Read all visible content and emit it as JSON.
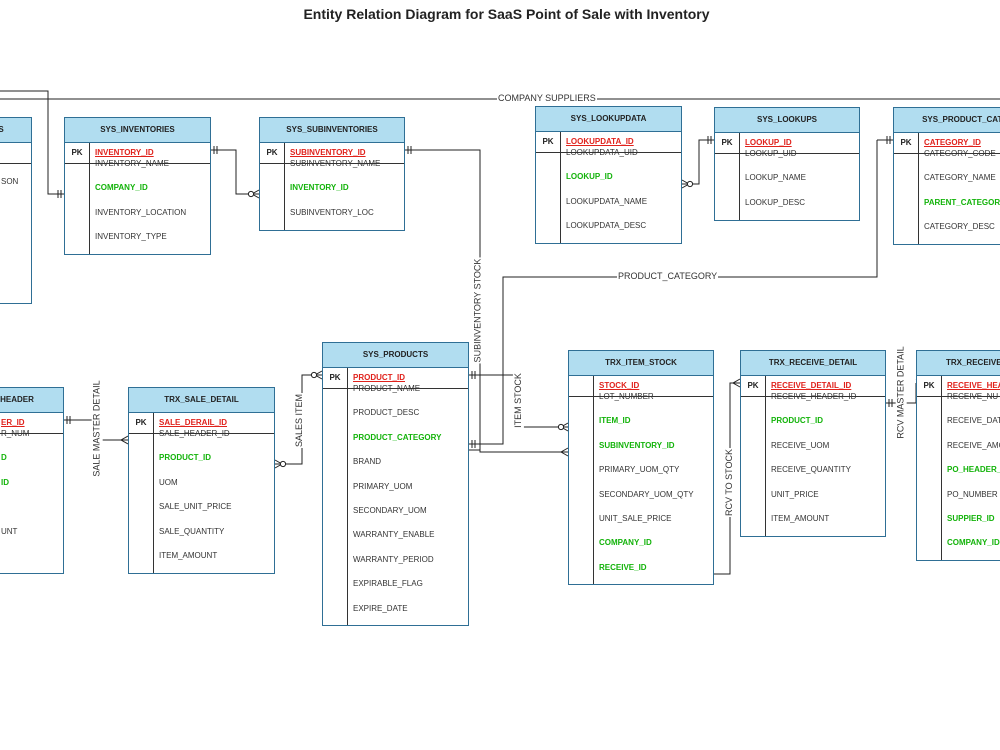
{
  "title": "Entity Relation Diagram for SaaS Point of Sale with Inventory",
  "tables": [
    {
      "id": "left-partial-table",
      "name": "S",
      "pk_label": "",
      "pk": "",
      "fields": [
        {
          "text": "SON",
          "fk": false
        }
      ]
    },
    {
      "id": "sys-inventories",
      "name": "SYS_INVENTORIES",
      "pk_label": "PK",
      "pk": "INVENTORY_ID",
      "fields": [
        {
          "text": "INVENTORY_NAME",
          "fk": false
        },
        {
          "text": "COMPANY_ID",
          "fk": true
        },
        {
          "text": "INVENTORY_LOCATION",
          "fk": false
        },
        {
          "text": "INVENTORY_TYPE",
          "fk": false
        }
      ]
    },
    {
      "id": "sys-subinventories",
      "name": "SYS_SUBINVENTORIES",
      "pk_label": "PK",
      "pk": "SUBINVENTORY_ID",
      "fields": [
        {
          "text": "SUBINVENTORY_NAME",
          "fk": false
        },
        {
          "text": "INVENTORY_ID",
          "fk": true
        },
        {
          "text": "SUBINVENTORY_LOC",
          "fk": false
        }
      ]
    },
    {
      "id": "sys-lookupdata",
      "name": "SYS_LOOKUPDATA",
      "pk_label": "PK",
      "pk": "LOOKUPDATA_ID",
      "fields": [
        {
          "text": "LOOKUPDATA_UID",
          "fk": false
        },
        {
          "text": "LOOKUP_ID",
          "fk": true
        },
        {
          "text": "LOOKUPDATA_NAME",
          "fk": false
        },
        {
          "text": "LOOKUPDATA_DESC",
          "fk": false
        }
      ]
    },
    {
      "id": "sys-lookups",
      "name": "SYS_LOOKUPS",
      "pk_label": "PK",
      "pk": "LOOKUP_ID",
      "fields": [
        {
          "text": "LOOKUP_UID",
          "fk": false
        },
        {
          "text": "LOOKUP_NAME",
          "fk": false
        },
        {
          "text": "LOOKUP_DESC",
          "fk": false
        }
      ]
    },
    {
      "id": "sys-product-category",
      "name": "SYS_PRODUCT_CATEG",
      "pk_label": "PK",
      "pk": "CATEGORY_ID",
      "fields": [
        {
          "text": "CATEGORY_CODE",
          "fk": false
        },
        {
          "text": "CATEGORY_NAME",
          "fk": false
        },
        {
          "text": "PARENT_CATEGOR",
          "fk": true
        },
        {
          "text": "CATEGORY_DESC",
          "fk": false
        }
      ]
    },
    {
      "id": "trx-sale-header",
      "name": "HEADER",
      "pk_label": "",
      "pk": "ER_ID",
      "fields": [
        {
          "text": "R_NUM",
          "fk": false
        },
        {
          "text": "D",
          "fk": true
        },
        {
          "text": "ID",
          "fk": true
        },
        {
          "text": "",
          "fk": false
        },
        {
          "text": "UNT",
          "fk": false
        }
      ]
    },
    {
      "id": "trx-sale-detail",
      "name": "TRX_SALE_DETAIL",
      "pk_label": "PK",
      "pk": "SALE_DERAIL_ID",
      "fields": [
        {
          "text": "SALE_HEADER_ID",
          "fk": false
        },
        {
          "text": "PRODUCT_ID",
          "fk": true
        },
        {
          "text": "UOM",
          "fk": false
        },
        {
          "text": "SALE_UNIT_PRICE",
          "fk": false
        },
        {
          "text": "SALE_QUANTITY",
          "fk": false
        },
        {
          "text": "ITEM_AMOUNT",
          "fk": false
        }
      ]
    },
    {
      "id": "sys-products",
      "name": "SYS_PRODUCTS",
      "pk_label": "PK",
      "pk": "PRODUCT_ID",
      "fields": [
        {
          "text": "PRODUCT_NAME",
          "fk": false
        },
        {
          "text": "PRODUCT_DESC",
          "fk": false
        },
        {
          "text": "PRODUCT_CATEGORY",
          "fk": true
        },
        {
          "text": "BRAND",
          "fk": false
        },
        {
          "text": "PRIMARY_UOM",
          "fk": false
        },
        {
          "text": "SECONDARY_UOM",
          "fk": false
        },
        {
          "text": "WARRANTY_ENABLE",
          "fk": false
        },
        {
          "text": "WARRANTY_PERIOD",
          "fk": false
        },
        {
          "text": "EXPIRABLE_FLAG",
          "fk": false
        },
        {
          "text": "EXPIRE_DATE",
          "fk": false
        }
      ]
    },
    {
      "id": "trx-item-stock",
      "name": "TRX_ITEM_STOCK",
      "pk_label": "",
      "pk": "STOCK_ID",
      "fields": [
        {
          "text": "LOT_NUMBER",
          "fk": false
        },
        {
          "text": "ITEM_ID",
          "fk": true
        },
        {
          "text": "SUBINVENTORY_ID",
          "fk": true
        },
        {
          "text": "PRIMARY_UOM_QTY",
          "fk": false
        },
        {
          "text": "SECONDARY_UOM_QTY",
          "fk": false
        },
        {
          "text": "UNIT_SALE_PRICE",
          "fk": false
        },
        {
          "text": "COMPANY_ID",
          "fk": true
        },
        {
          "text": "RECEIVE_ID",
          "fk": true
        }
      ]
    },
    {
      "id": "trx-receive-detail",
      "name": "TRX_RECEIVE_DETAIL",
      "pk_label": "PK",
      "pk": "RECEIVE_DETAIL_ID",
      "fields": [
        {
          "text": "RECEIVE_HEADER_ID",
          "fk": false
        },
        {
          "text": "PRODUCT_ID",
          "fk": true
        },
        {
          "text": "RECEIVE_UOM",
          "fk": false
        },
        {
          "text": "RECEIVE_QUANTITY",
          "fk": false
        },
        {
          "text": "UNIT_PRICE",
          "fk": false
        },
        {
          "text": "ITEM_AMOUNT",
          "fk": false
        }
      ]
    },
    {
      "id": "trx-receive-header",
      "name": "TRX_RECEIVE_",
      "pk_label": "PK",
      "pk": "RECEIVE_HEA",
      "fields": [
        {
          "text": "RECEIVE_NU",
          "fk": false
        },
        {
          "text": "RECEIVE_DAT",
          "fk": false
        },
        {
          "text": "RECEIVE_AMC",
          "fk": false
        },
        {
          "text": "PO_HEADER_",
          "fk": true
        },
        {
          "text": "PO_NUMBER",
          "fk": false
        },
        {
          "text": "SUPPIER_ID",
          "fk": true
        },
        {
          "text": "COMPANY_ID",
          "fk": true
        }
      ]
    }
  ],
  "relations": [
    {
      "id": "company-suppliers",
      "label": "COMPANY SUPPLIERS"
    },
    {
      "id": "product-category",
      "label": "PRODUCT_CATEGORY"
    },
    {
      "id": "subinventory-stock",
      "label": "SUBINVENTORY STOCK"
    },
    {
      "id": "item-stock",
      "label": "ITEM STOCK"
    },
    {
      "id": "sales-item",
      "label": "SALES ITEM"
    },
    {
      "id": "sale-master-detail",
      "label": "SALE MASTER DETAIL"
    },
    {
      "id": "rcv-to-stock",
      "label": "RCV TO STOCK"
    },
    {
      "id": "rcv-master-detail",
      "label": "RCV MASTER DETAIL"
    }
  ]
}
